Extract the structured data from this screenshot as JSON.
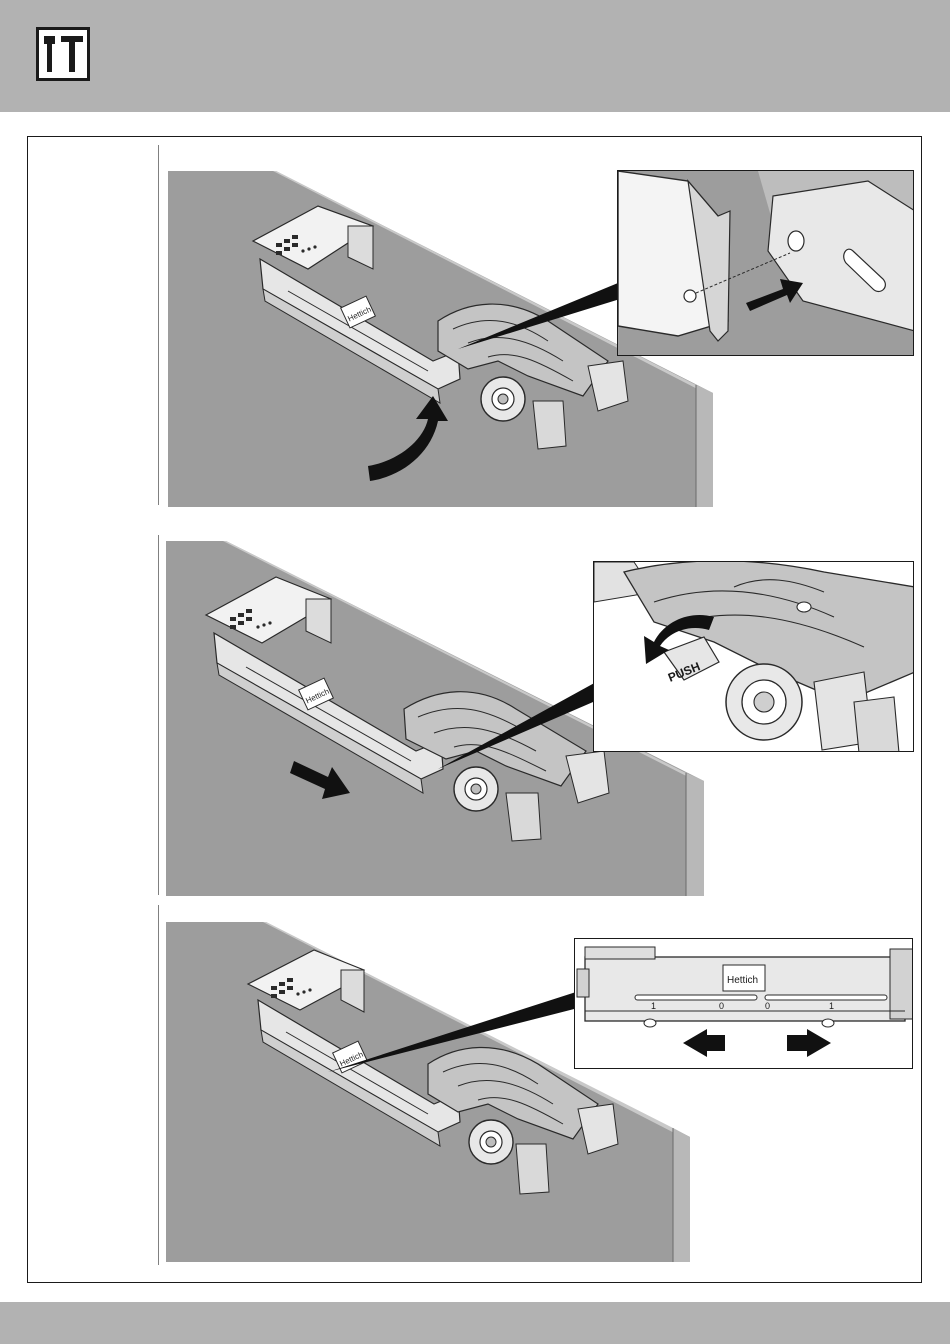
{
  "header": {
    "icon": "tools-icon",
    "background": "#b2b2b2"
  },
  "footer": {
    "background": "#b2b2b2"
  },
  "brand": {
    "name": "Hettich"
  },
  "steps": [
    {
      "inset_icon": "arrow-right-icon",
      "main_icon": "curved-arrow-up-icon"
    },
    {
      "inset_label": "PUSH",
      "inset_icon": "curved-arrow-left-icon",
      "main_icon": "arrow-right-icon"
    },
    {
      "inset_marks": [
        "1",
        "0",
        "0",
        "1"
      ],
      "inset_icons": [
        "arrow-left-icon",
        "arrow-right-icon"
      ]
    }
  ]
}
